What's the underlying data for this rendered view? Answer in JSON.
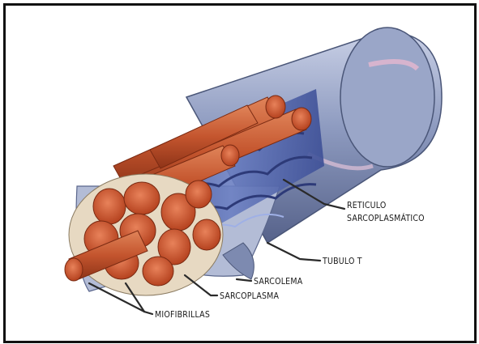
{
  "diagram": {
    "labels": {
      "reticulo_line1": "RETICULO",
      "reticulo_line2": "SARCOPLASMÁTICO",
      "tubulo_t": "TUBULO T",
      "sarcolema": "SARCOLEMA",
      "sarcoplasma": "SARCOPLASMA",
      "miofibrillas": "MIOFIBRILLAS"
    },
    "colors": {
      "membrane": "#8e9bc0",
      "membrane_dark": "#5d6a8f",
      "fibril": "#c4552e",
      "fibril_dark": "#8f3418",
      "reticulum": "#4f63a8",
      "frame": "#111111"
    }
  }
}
